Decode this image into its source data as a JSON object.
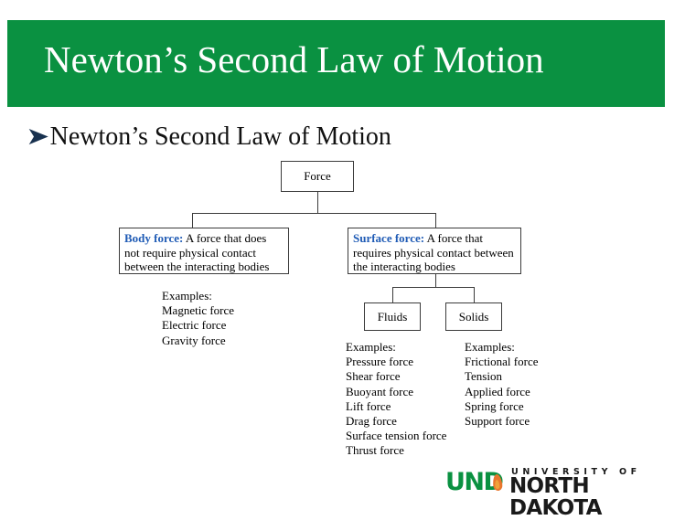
{
  "slide": {
    "title": "Newton’s Second Law of Motion",
    "bullet_marker": "➤",
    "bullet_label": "Newton’s Second Law of Motion",
    "banner_color": "#0a9141",
    "title_color": "#ffffff",
    "accent_blue": "#1f5bb5"
  },
  "diagram": {
    "root": {
      "label": "Force"
    },
    "body_force": {
      "lead": "Body force:",
      "text": " A force that does not require physical contact between the interacting bodies"
    },
    "surface_force": {
      "lead": "Surface force:",
      "text": " A force that requires physical contact between the interacting bodies"
    },
    "fluids": {
      "label": "Fluids"
    },
    "solids": {
      "label": "Solids"
    },
    "body_examples": "Examples:\nMagnetic force\nElectric force\nGravity force",
    "fluids_examples": "Examples:\nPressure force\nShear force\nBuoyant force\nLift force\nDrag force\nSurface tension force\nThrust force",
    "solids_examples": "Examples:\nFrictional force\nTension\nApplied force\nSpring force\nSupport force"
  },
  "logo": {
    "mark": "UND",
    "university_of": "UNIVERSITY OF",
    "name": "NORTH DAKOTA",
    "mark_color": "#0a9141",
    "flame_color": "#e8762c"
  }
}
